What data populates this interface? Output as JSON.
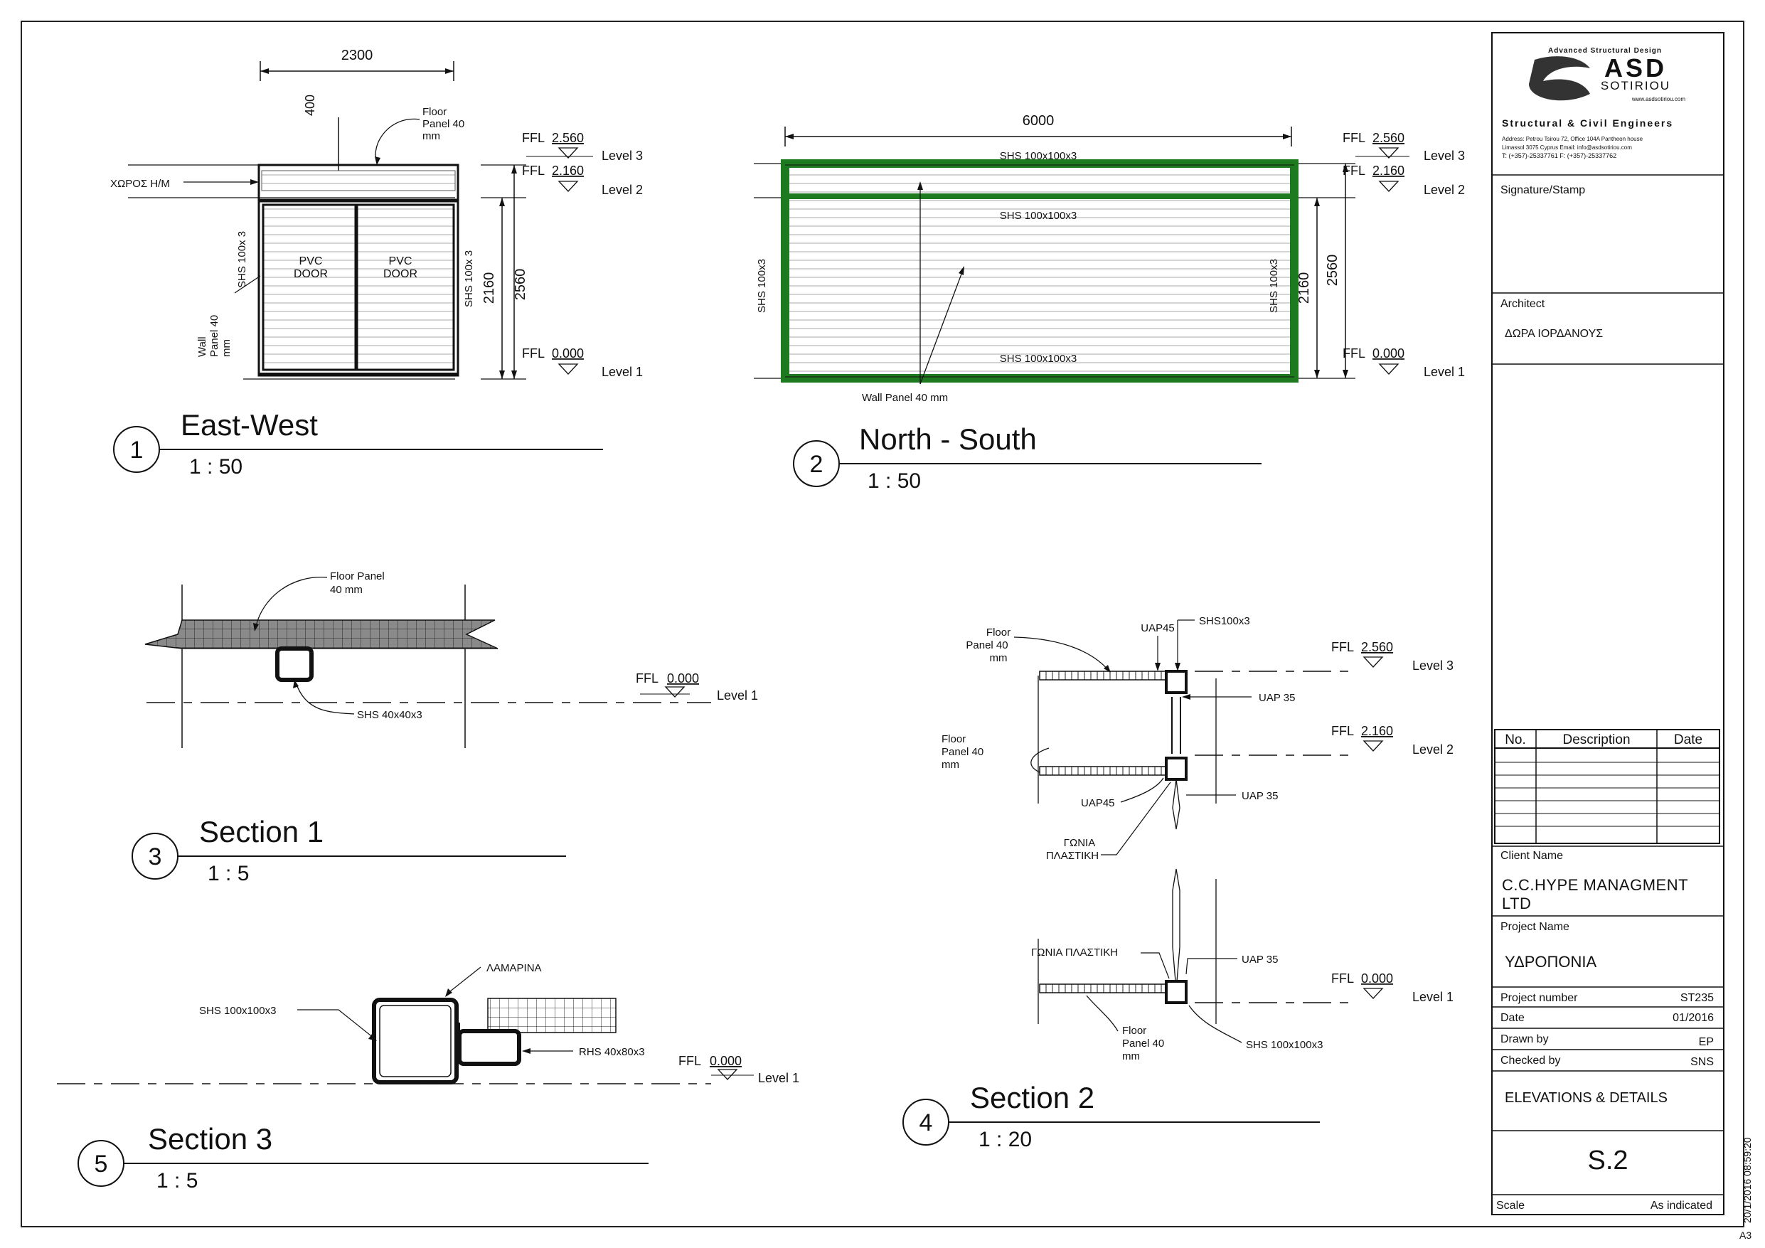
{
  "views": {
    "v1": {
      "number": "1",
      "title": "East-West",
      "scale": "1 : 50"
    },
    "v2": {
      "number": "2",
      "title": "North - South",
      "scale": "1 : 50"
    },
    "v3": {
      "number": "3",
      "title": "Section 1",
      "scale": "1 : 5"
    },
    "v4": {
      "number": "4",
      "title": "Section 2",
      "scale": "1 : 20"
    },
    "v5": {
      "number": "5",
      "title": "Section 3",
      "scale": "1 : 5"
    }
  },
  "levels": {
    "l3": {
      "name": "Level 3",
      "ffl": "FFL",
      "value": "2.560"
    },
    "l2": {
      "name": "Level 2",
      "ffl": "FFL",
      "value": "2.160"
    },
    "l1": {
      "name": "Level 1",
      "ffl": "FFL",
      "value": "0.000"
    }
  },
  "ew": {
    "dim_width": "2300",
    "dim_top": "400",
    "dim_2160": "2160",
    "dim_2560": "2560",
    "floor_panel": [
      "Floor",
      "Panel 40",
      "mm"
    ],
    "room": "ΧΩΡΟΣ Η/Μ",
    "shs_left": "SHS 100x 3",
    "shs_right": "SHS 100x 3",
    "wall_panel": [
      "Wall",
      "Panel 40",
      "mm"
    ],
    "door_left": [
      "PVC",
      "DOOR"
    ],
    "door_right": [
      "PVC",
      "DOOR"
    ]
  },
  "ns": {
    "dim_width": "6000",
    "shs_top": "SHS 100x100x3",
    "shs_mid": "SHS 100x100x3",
    "shs_bottom": "SHS 100x100x3",
    "shs_left": "SHS 100x3",
    "shs_right": "SHS 100x3",
    "dim_2160": "2160",
    "dim_2560": "2560",
    "wall_panel": "Wall Panel 40 mm"
  },
  "s1": {
    "floor_panel": [
      "Floor Panel",
      "40 mm"
    ],
    "shs": "SHS 40x40x3"
  },
  "s2": {
    "floor_panel_top": [
      "Floor",
      "Panel 40",
      "mm"
    ],
    "uap45_top": "UAP45",
    "shs_top": "SHS100x3",
    "uap35_a": "UAP 35",
    "floor_panel_mid": [
      "Floor",
      "Panel 40",
      "mm"
    ],
    "uap45_mid": "UAP45",
    "uap35_b": "UAP 35",
    "corner": [
      "ΓΩΝΙΑ",
      "ΠΛΑΣΤΙΚΗ"
    ],
    "corner_bottom": "ΓΩΝΙΑ ΠΛΑΣΤΙΚΗ",
    "uap35_c": "UAP 35",
    "floor_panel_bottom": [
      "Floor",
      "Panel 40",
      "mm"
    ],
    "shs_bottom": "SHS 100x100x3"
  },
  "s3": {
    "lamarina": "ΛΑΜΑΡΙΝΑ",
    "shs": "SHS 100x100x3",
    "rhs": "RHS 40x80x3"
  },
  "titleblock": {
    "company_tagline": "Advanced Structural Design",
    "logo_main": "ASD",
    "logo_sub": "SOTIRIOU",
    "website": "www.asdsotiriou.com",
    "company_desc": "Structural & Civil Engineers",
    "address_1": "Address: Petrou Tsirou 72, Office 104A Pantheon house",
    "address_2": "Limassol 3075 Cyprus   Email: info@asdsotiriou.com",
    "address_3": "T: (+357)-25337761    F: (+357)-25337762",
    "signature_label": "Signature/Stamp",
    "architect_label": "Architect",
    "architect_name": "ΔΩΡΑ ΙΟΡΔΑΝΟΥΣ",
    "rev_headers": [
      "No.",
      "Description",
      "Date"
    ],
    "client_label": "Client Name",
    "client_name": "C.C.HYPE MANAGMENT LTD",
    "project_label": "Project Name",
    "project_name": "ΥΔΡΟΠΟΝΙΑ",
    "project_number_label": "Project number",
    "project_number": "ST235",
    "date_label": "Date",
    "date": "01/2016",
    "drawn_label": "Drawn by",
    "drawn": "EP",
    "checked_label": "Checked by",
    "checked": "SNS",
    "sheet_title": "ELEVATIONS & DETAILS",
    "sheet_number": "S.2",
    "scale_label": "Scale",
    "scale_value": "As indicated"
  },
  "timestamp": "20/1/2016 08:59:20",
  "paper_size": "A3",
  "colors": {
    "frame_green": "#1e7a1e",
    "hatch": "#808080",
    "ink": "#111111"
  }
}
